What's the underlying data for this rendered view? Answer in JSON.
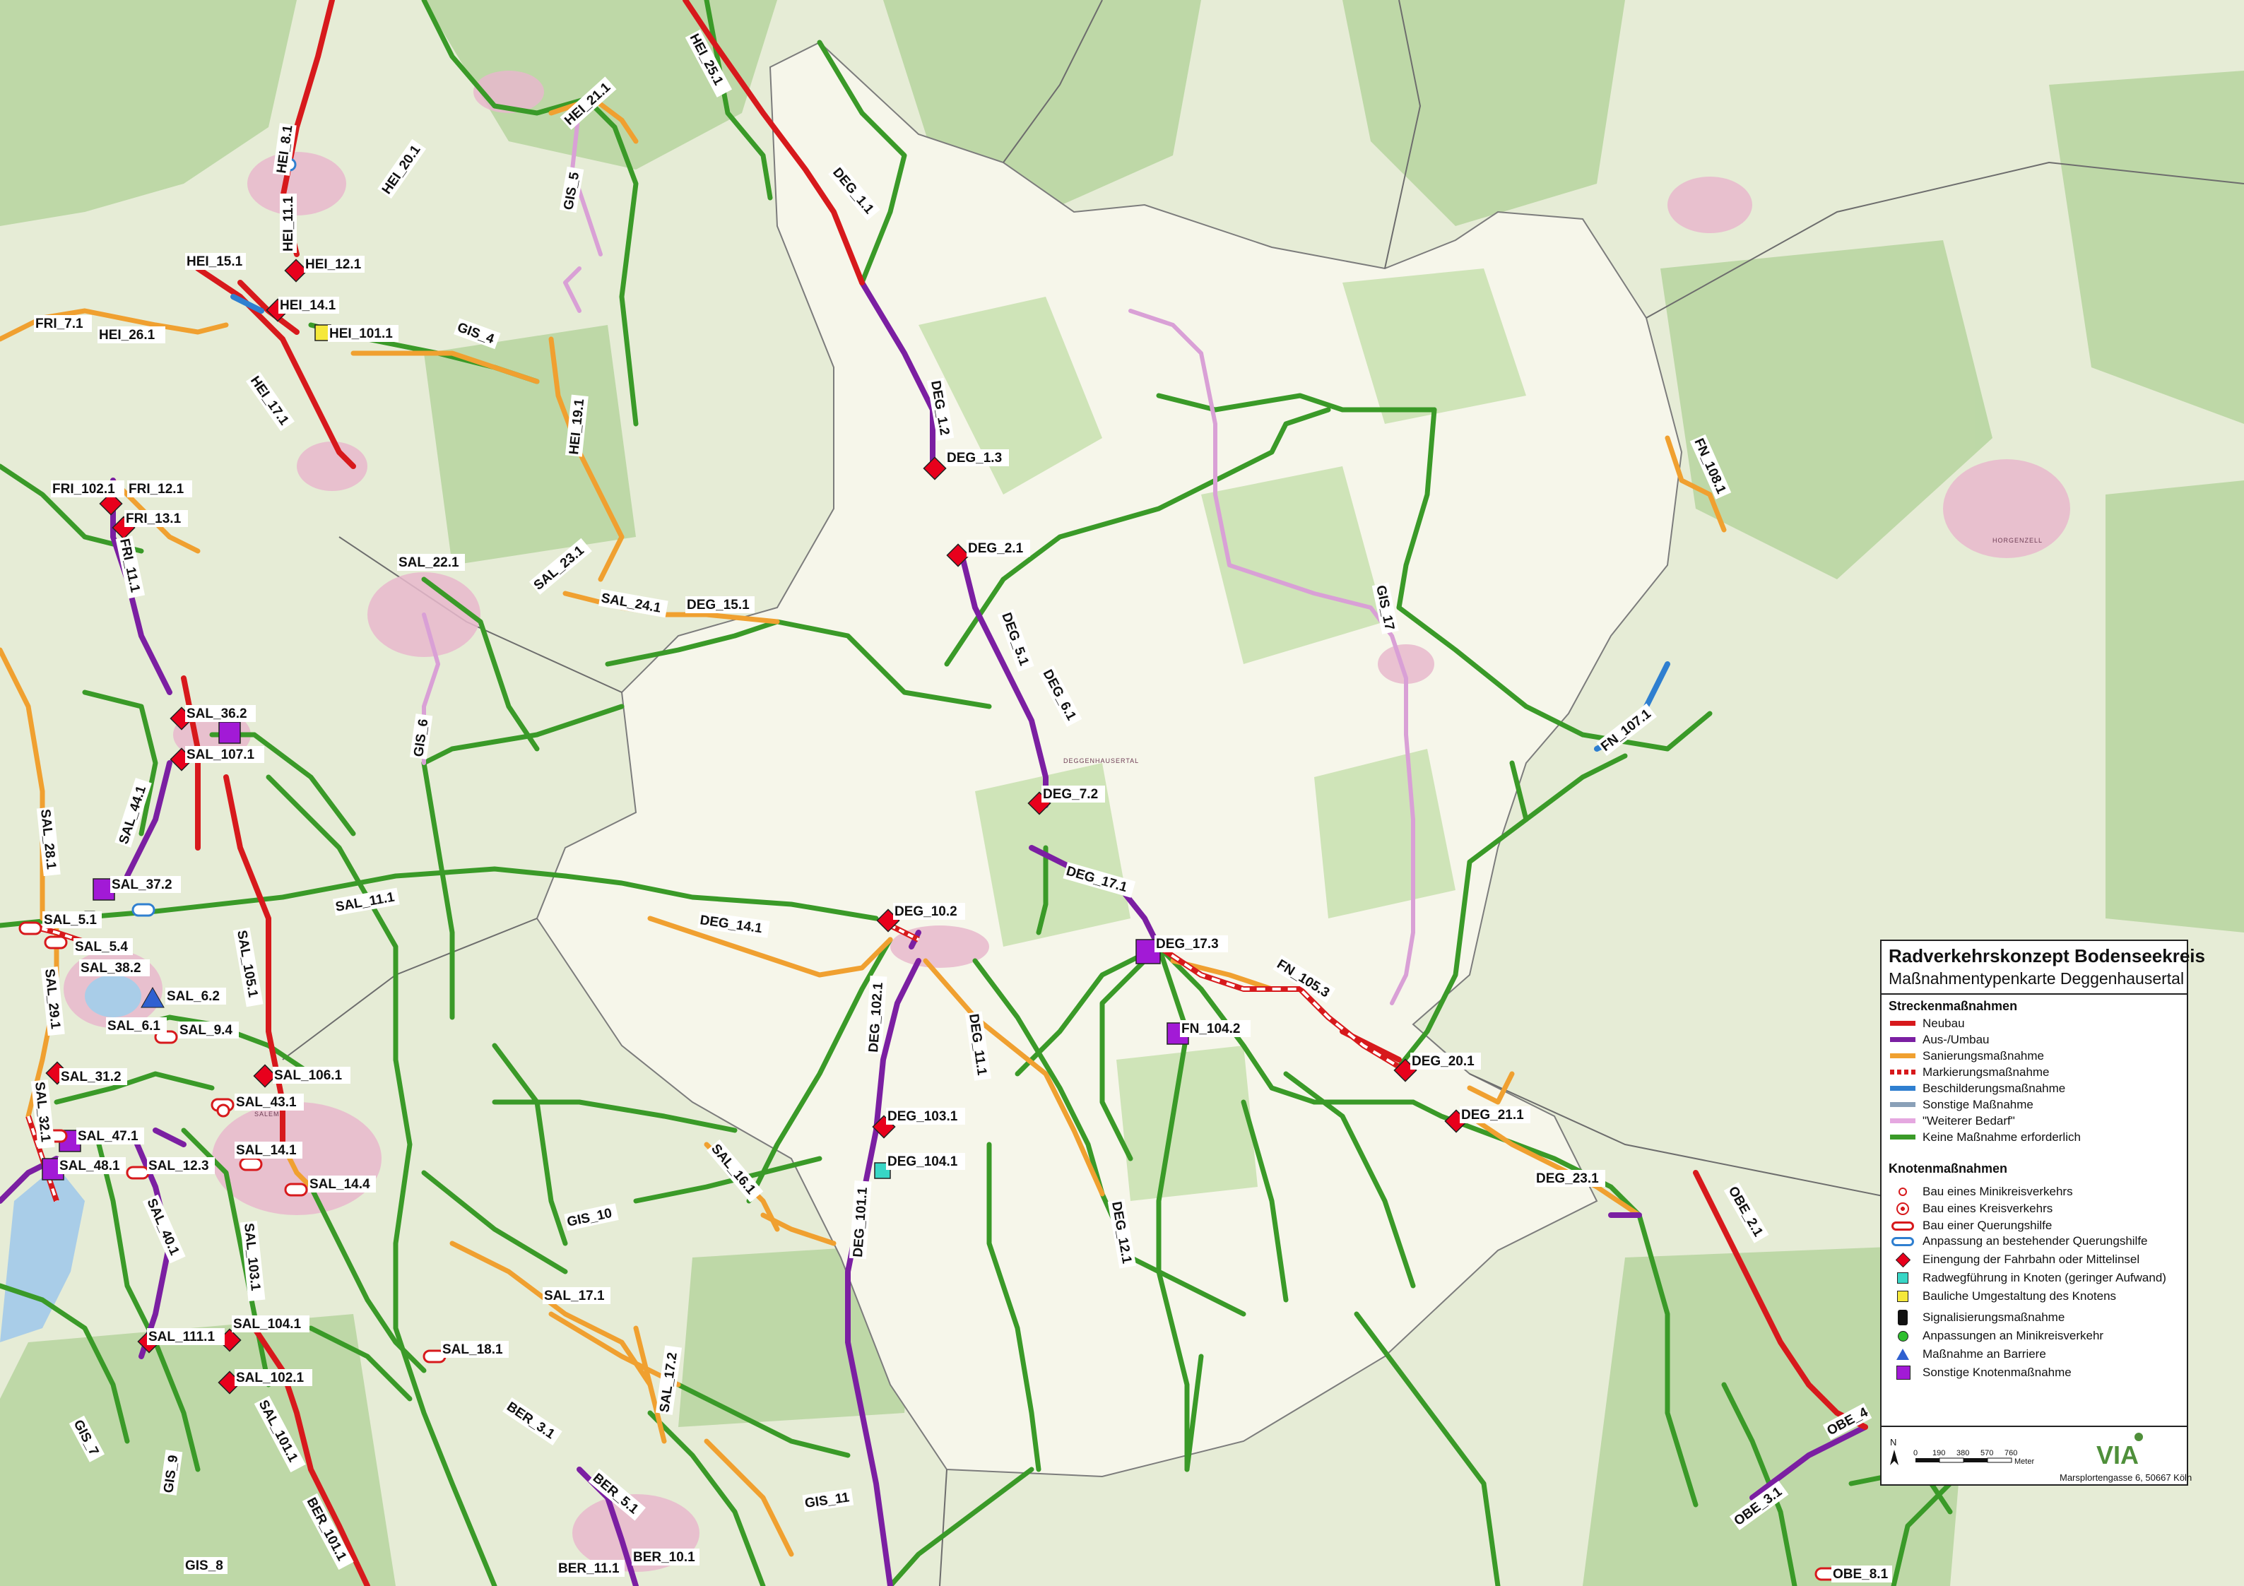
{
  "legend": {
    "title": "Radverkehrskonzept Bodenseekreis",
    "subtitle": "Maßnahmentypenkarte Deggenhausertal",
    "strecken_title": "Streckenmaßnahmen",
    "strecken_items": [
      {
        "label": "Neubau",
        "color": "#d7191c",
        "style": "solid"
      },
      {
        "label": "Aus-/Umbau",
        "color": "#7b1fa2",
        "style": "solid"
      },
      {
        "label": "Sanierungsmaßnahme",
        "color": "#f0a030",
        "style": "solid"
      },
      {
        "label": "Markierungsmaßnahme",
        "color": "#d7191c",
        "style": "dashed"
      },
      {
        "label": "Beschilderungsmaßnahme",
        "color": "#2f7fd0",
        "style": "solid"
      },
      {
        "label": "Sonstige Maßnahme",
        "color": "#8aa0b8",
        "style": "solid"
      },
      {
        "label": "\"Weiterer Bedarf\"",
        "color": "#e5a8e0",
        "style": "solid"
      },
      {
        "label": "Keine Maßnahme erforderlich",
        "color": "#3a9a28",
        "style": "solid"
      }
    ],
    "knoten_title": "Knotenmaßnahmen",
    "knoten_items": [
      {
        "label": "Bau eines Minikreisverkehrs",
        "symbol": "ring-small"
      },
      {
        "label": "Bau eines Kreisverkehrs",
        "symbol": "ring-large"
      },
      {
        "label": "Bau einer Querungshilfe",
        "symbol": "pill-red"
      },
      {
        "label": "Anpassung an bestehender Querungshilfe",
        "symbol": "pill-blue"
      },
      {
        "label": "Einengung der Fahrbahn oder Mittelinsel",
        "symbol": "diamond-red"
      },
      {
        "label": "Radwegführung in Knoten (geringer Aufwand)",
        "symbol": "square-cyan"
      },
      {
        "label": "Bauliche Umgestaltung des Knotens",
        "symbol": "square-yellow"
      },
      {
        "label": "Signalisierungsmaßnahme",
        "symbol": "traffic-light"
      },
      {
        "label": "Anpassungen an Minikreisverkehr",
        "symbol": "dot-green"
      },
      {
        "label": "Maßnahme an Barriere",
        "symbol": "triangle-blue"
      },
      {
        "label": "Sonstige Knotenmaßnahme",
        "symbol": "square-purple"
      }
    ],
    "north_label": "N",
    "scale_labels": [
      "0",
      "190",
      "380",
      "570",
      "760"
    ],
    "scale_unit": "Meter",
    "logo_text": "VIA",
    "address": "Marsplortengasse 6, 50667 Köln"
  },
  "map": {
    "colors": {
      "neubau": "#d7191c",
      "ausbau": "#7b1fa2",
      "sanierung": "#f0a030",
      "markierung": "#d7191c",
      "beschilderung": "#2f7fd0",
      "sonstige": "#8aa0b8",
      "weiterer_bedarf": "#e5a8e0",
      "keine": "#3a9a28"
    },
    "labels": [
      "HEI_25.1",
      "HEI_8.1",
      "HEI_11.1",
      "HEI_12.1",
      "HEI_15.1",
      "HEI_14.1",
      "HEI_101.1",
      "HEI_20.1",
      "HEI_21.1",
      "HEI_26.1",
      "HEI_17.1",
      "HEI_19.1",
      "GIS_5",
      "GIS_4",
      "GIS_6",
      "GIS_17",
      "GIS_10",
      "GIS_11",
      "GIS_7",
      "GIS_9",
      "GIS_8",
      "FRI_7.1",
      "FRI_102.1",
      "FRI_12.1",
      "FRI_13.1",
      "FRI_11.1",
      "SAL_22.1",
      "SAL_23.1",
      "SAL_24.1",
      "SAL_36.2",
      "SAL_107.1",
      "SAL_44.1",
      "SAL_28.1",
      "SAL_37.2",
      "SAL_11.1",
      "SAL_5.1",
      "SAL_5.4",
      "SAL_38.2",
      "SAL_105.1",
      "SAL_29.1",
      "SAL_6.2",
      "SAL_6.1",
      "SAL_9.4",
      "SAL_31.2",
      "SAL_106.1",
      "SAL_43.1",
      "SAL_32.1",
      "SAL_47.1",
      "SAL_48.1",
      "SAL_14.1",
      "SAL_12.3",
      "SAL_14.4",
      "SAL_16.1",
      "SAL_40.1",
      "SAL_103.1",
      "SAL_17.1",
      "SAL_104.1",
      "SAL_111.1",
      "SAL_18.1",
      "SAL_102.1",
      "SAL_17.2",
      "SAL_101.1",
      "DEG_1.1",
      "DEG_1.2",
      "DEG_1.3",
      "DEG_2.1",
      "DEG_15.1",
      "DEG_5.1",
      "DEG_6.1",
      "DEG_7.2",
      "DEG_17.1",
      "DEG_14.1",
      "DEG_10.2",
      "DEG_17.3",
      "DEG_11.1",
      "DEG_102.1",
      "DEG_103.1",
      "DEG_104.1",
      "DEG_101.1",
      "DEG_12.1",
      "DEG_20.1",
      "DEG_21.1",
      "DEG_23.1",
      "FN_108.1",
      "FN_107.1",
      "FN_105.3",
      "FN_104.2",
      "OBE_2.1",
      "OBE_4",
      "OBE_3.1",
      "OBE_8.1",
      "BER_3.1",
      "BER_5.1",
      "BER_11.1",
      "BER_10.1",
      "BER_101.1"
    ]
  }
}
